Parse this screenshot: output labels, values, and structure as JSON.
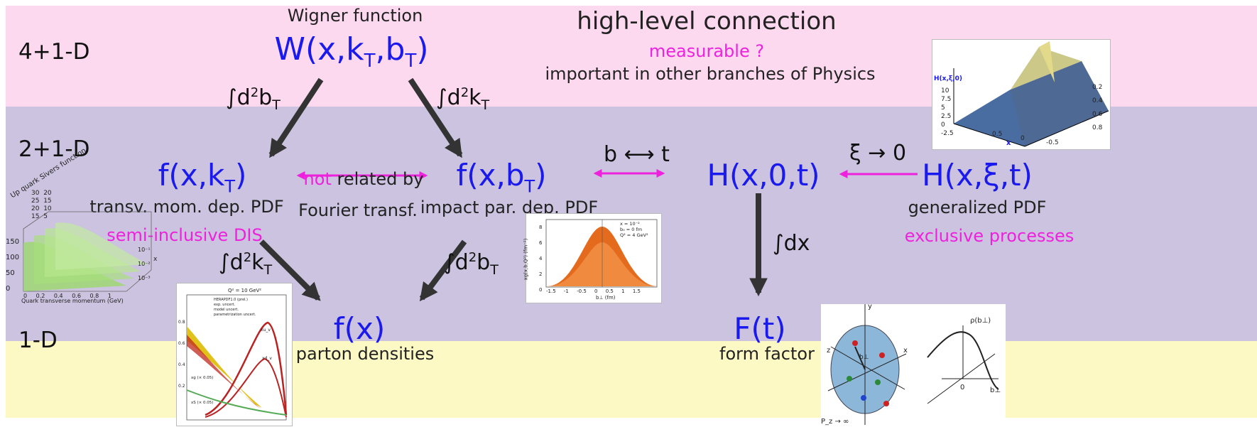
{
  "bands": {
    "d4": "4+1-D",
    "d2": "2+1-D",
    "d1": "1-D"
  },
  "top": {
    "wigner_label": "Wigner function",
    "wigner_W": "W(x,k",
    "wigner_T1": "T",
    "wigner_mid": ",b",
    "wigner_T2": "T",
    "wigner_close": ")",
    "title": "high-level connection",
    "measurable": "measurable ?",
    "important": "important in other branches of Physics"
  },
  "ops": {
    "int": "∫d",
    "sq": "2",
    "b": "b",
    "k": "k",
    "T": "T",
    "b_t": "b ⟷ t",
    "xi_0": "ξ → 0",
    "dx": "∫dx"
  },
  "mid": {
    "fkT_a": "f(x,k",
    "fkT_T": "T",
    "fkT_b": ")",
    "fkT_desc": "transv. mom. dep. PDF",
    "fkT_proc": "semi-inclusive DIS",
    "not_word": "not",
    "related": " related by",
    "fourier": "Fourier transf.",
    "fbT_a": "f(x,b",
    "fbT_T": "T",
    "fbT_b": ")",
    "fbT_desc": "impact par. dep. PDF",
    "H0t": "H(x,0,t)",
    "Hxit": "H(x,ξ,t)",
    "gpd_desc": "generalized PDF",
    "gpd_proc": "exclusive processes"
  },
  "bot": {
    "fx": "f(x)",
    "fx_desc": "parton densities",
    "Ft": "F(t)",
    "Ft_desc": "form factor"
  },
  "thumbs": {
    "surface_ylabel": "H(x,ξ,0)",
    "surface_y": [
      "10",
      "7.5",
      "5",
      "2.5",
      "0",
      "-2.5"
    ],
    "surface_x": [
      "0.5",
      "0",
      "-0.5"
    ],
    "surface_xlabel": "x",
    "surface_z": [
      "0.2",
      "0.4",
      "0.6",
      "0.8"
    ],
    "sivers_title": "Up quark Sivers function",
    "sivers_y": [
      "150",
      "100",
      "50",
      "0"
    ],
    "sivers_x": [
      "0",
      "0.2",
      "0.4",
      "0.6",
      "0.8",
      "1"
    ],
    "sivers_xlabel": "Quark transverse momentum (GeV)",
    "sivers_r": [
      "10⁻¹",
      "10⁻²",
      "10⁻³"
    ],
    "sivers_rlabel": "x",
    "sivers_back": [
      "20",
      "15",
      "10",
      "5"
    ],
    "sivers_back2": [
      "30",
      "25",
      "20",
      "15"
    ],
    "gauss_legend": [
      "x = 10⁻²",
      "b₀ = 0 fm",
      "Q² = 4 GeV²"
    ],
    "gauss_y": [
      "8",
      "6",
      "4",
      "2",
      "0"
    ],
    "gauss_x": [
      "-1.5",
      "-1",
      "-0.5",
      "0",
      "0.5",
      "1",
      "1.5"
    ],
    "gauss_ylabel": "xg(x,b,Q²) (fm⁻²)",
    "gauss_xlabel": "b⊥ (fm)",
    "pdf_title": "Q² = 10 GeV²",
    "pdf_legend": [
      "HERAPDF1.0 (prel.)",
      "exp. uncert.",
      "model uncert.",
      "parametrization uncert."
    ],
    "pdf_labels": [
      "xu_v",
      "xd_v",
      "xg (× 0.05)",
      "xS (× 0.05)"
    ],
    "pdf_y": [
      "0.8",
      "0.6",
      "0.4",
      "0.2"
    ],
    "ff_axes": [
      "y",
      "x",
      "z",
      "b⊥"
    ],
    "ff_p": "P_z → ∞",
    "ff_rho": "ρ(b⊥)",
    "ff_zero": "0",
    "ff_bperp": "b⊥"
  },
  "colors": {
    "blue": "#1a1aee",
    "magenta": "#ee22dd",
    "arrow": "#333333",
    "pink_band": "#fdd9f0",
    "mid_band": "#cbc3df",
    "yellow_band": "#fdf9c4"
  }
}
